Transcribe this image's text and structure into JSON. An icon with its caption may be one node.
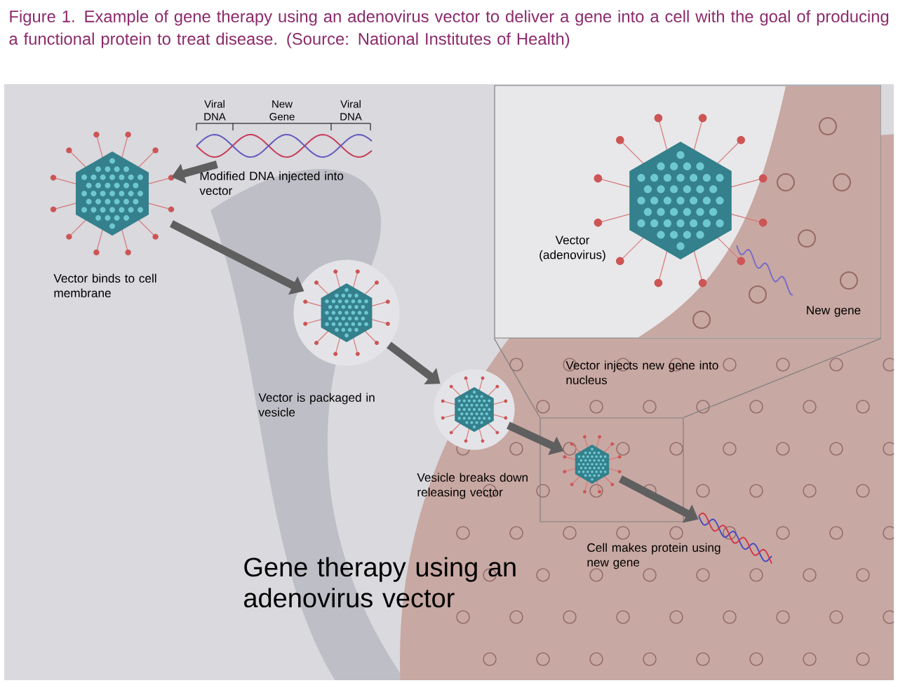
{
  "diagram": {
    "caption": "Figure 1.  Example of gene therapy using an adenovirus vector to deliver a gene into a cell with the goal of producing a functional protein to treat disease.  (Source: National Institutes of Health)",
    "title": "Gene therapy using an adenovirus vector",
    "nodes": [
      {
        "text": [],
        "shape": "picture",
        "beside": [
          "Viral DNA",
          "New Gene",
          "Viral DNA",
          "Modified DNA injected into vector"
        ]
      },
      {
        "text": [],
        "shape": "picture",
        "beside": [
          "Vector binds to cell membrane"
        ]
      },
      {
        "text": [],
        "shape": "picture",
        "beside": [
          "Vector is packaged in vesicle"
        ]
      },
      {
        "text": [],
        "shape": "picture",
        "beside": [
          "Vesicle breaks down releasing vector"
        ]
      },
      {
        "text": [],
        "shape": "box"
      },
      {
        "text": [
          "Vector (adenovirus)",
          "New gene"
        ],
        "beside": [
          "Vector injects new gene into nucleus"
        ]
      },
      {
        "text": [],
        "shape": "picture",
        "beside": [
          "Cell makes protein using new gene"
        ]
      },
      {
        "text": [],
        "shape": "picture",
        "in": 4
      }
    ],
    "edges": [
      {
        "from": 0,
        "to": 1,
        "arrow": "to"
      },
      {
        "from": 1,
        "to": 2,
        "arrow": "to"
      },
      {
        "from": 2,
        "to": 3,
        "arrow": "to"
      },
      {
        "from": 3,
        "to": 7,
        "arrow": "to"
      },
      {
        "from": 7,
        "to": 6,
        "arrow": "to"
      },
      {
        "from": 4,
        "to": 5,
        "arrow": "none"
      },
      {
        "from": 4,
        "to": 5,
        "arrow": "none"
      }
    ]
  }
}
